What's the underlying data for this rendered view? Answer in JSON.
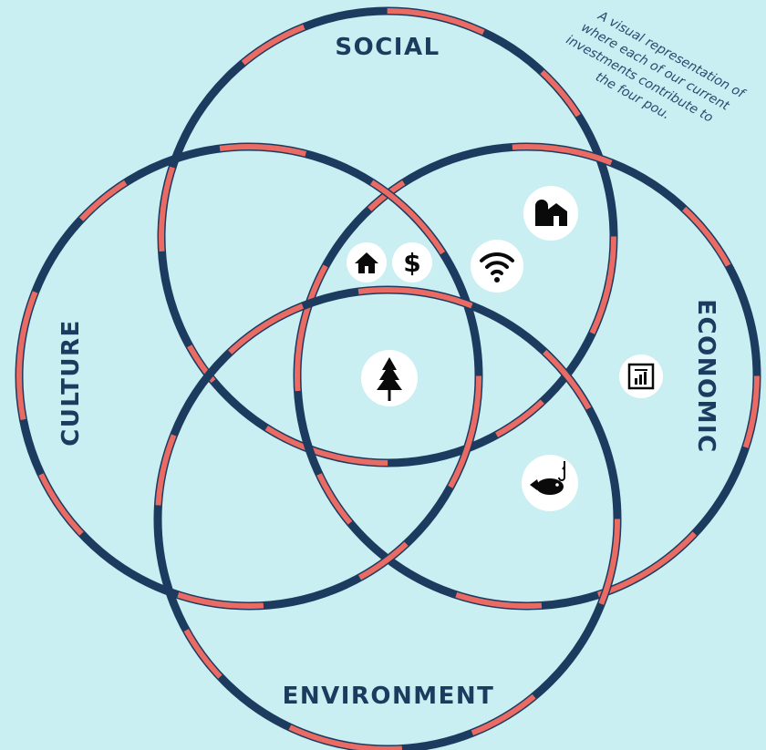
{
  "labels": {
    "social": "SOCIAL",
    "economic": "ECONOMIC",
    "culture": "CULTURE",
    "environment": "ENVIRONMENT"
  },
  "caption": [
    "A visual representation of",
    "where each of our current",
    "investments contribute to",
    "the four pou."
  ],
  "colors": {
    "background": "#c9eff3",
    "ring_dark": "#1d3a5f",
    "ring_coral": "#ea6b63",
    "label": "#1d3a5f",
    "caption": "#2c4a6e",
    "icon_bg": "#ffffff",
    "icon_fg": "#0a0a0a"
  },
  "icons": [
    {
      "name": "house-icon",
      "region": "social-culture-economic-overlap"
    },
    {
      "name": "dollar-icon",
      "region": "social-culture-economic-overlap"
    },
    {
      "name": "wifi-icon",
      "region": "social-economic-overlap"
    },
    {
      "name": "farm-barn-icon",
      "region": "social-economic-overlap"
    },
    {
      "name": "tree-icon",
      "region": "center-all-four"
    },
    {
      "name": "chart-report-icon",
      "region": "economic-environment-overlap"
    },
    {
      "name": "fish-hook-icon",
      "region": "economic-environment-overlap"
    }
  ]
}
